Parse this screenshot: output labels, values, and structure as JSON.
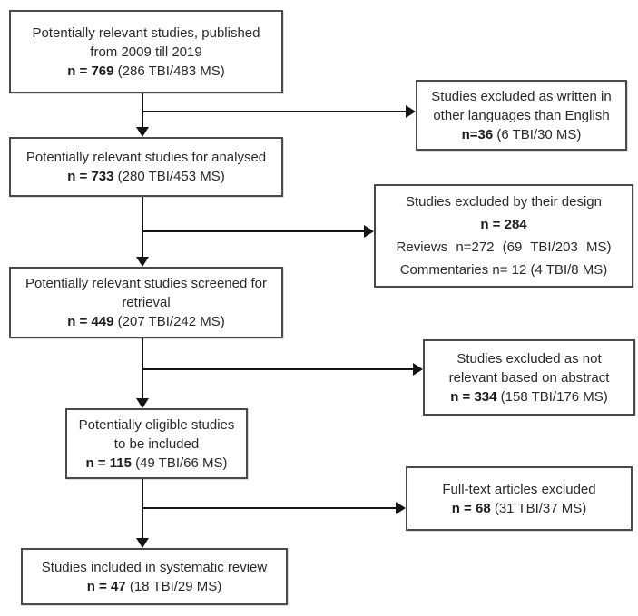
{
  "title": "Study selection flow diagram",
  "colors": {
    "box_border": "#4a4a4a",
    "arrow": "#151515",
    "text": "#2a2a2a",
    "background": "#ffffff"
  },
  "boxes": {
    "b1": {
      "l1": "Potentially relevant studies, published",
      "l2": "from 2009 till 2019",
      "nb": "n = 769",
      "nr": " (286 TBI/483 MS)"
    },
    "r1": {
      "l1": "Studies excluded as written in",
      "l2": "other languages than English",
      "nb": "n=36",
      "nr": " (6 TBI/30 MS)"
    },
    "b2": {
      "l1": "Potentially relevant studies for analysed",
      "nb": "n = 733",
      "nr": " (280 TBI/453 MS)"
    },
    "r2": {
      "l1": "Studies excluded by their design",
      "nb": "n = 284",
      "nr": "",
      "l2": "Reviews n=272 (69 TBI/203 MS)",
      "l3": "Commentaries n= 12 (4 TBI/8 MS)"
    },
    "b3": {
      "l1": "Potentially relevant studies screened for",
      "l2": "retrieval",
      "nb": "n = 449",
      "nr": " (207 TBI/242 MS)"
    },
    "r3": {
      "l1": "Studies excluded as not",
      "l2": "relevant based on abstract",
      "nb": "n = 334",
      "nr": " (158 TBI/176 MS)"
    },
    "b4": {
      "l1": "Potentially eligible studies",
      "l2": "to be included",
      "nb": "n = 115",
      "nr": " (49 TBI/66 MS)"
    },
    "r4": {
      "l1": "Full-text articles excluded",
      "nb": "n = 68",
      "nr": " (31 TBI/37 MS)"
    },
    "b5": {
      "l1": "Studies included in systematic review",
      "nb": "n = 47",
      "nr": " (18 TBI/29 MS)"
    }
  }
}
